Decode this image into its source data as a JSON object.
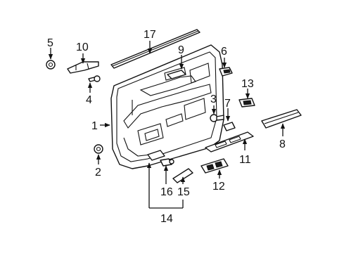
{
  "diagram": {
    "callouts": [
      {
        "id": "1",
        "label": "1"
      },
      {
        "id": "2",
        "label": "2"
      },
      {
        "id": "3",
        "label": "3"
      },
      {
        "id": "4",
        "label": "4"
      },
      {
        "id": "5",
        "label": "5"
      },
      {
        "id": "6",
        "label": "6"
      },
      {
        "id": "7",
        "label": "7"
      },
      {
        "id": "8",
        "label": "8"
      },
      {
        "id": "9",
        "label": "9"
      },
      {
        "id": "10",
        "label": "10"
      },
      {
        "id": "11",
        "label": "11"
      },
      {
        "id": "12",
        "label": "12"
      },
      {
        "id": "13",
        "label": "13"
      },
      {
        "id": "14",
        "label": "14"
      },
      {
        "id": "15",
        "label": "15"
      },
      {
        "id": "16",
        "label": "16"
      },
      {
        "id": "17",
        "label": "17"
      }
    ],
    "colors": {
      "line": "#111111",
      "background": "#ffffff"
    }
  }
}
